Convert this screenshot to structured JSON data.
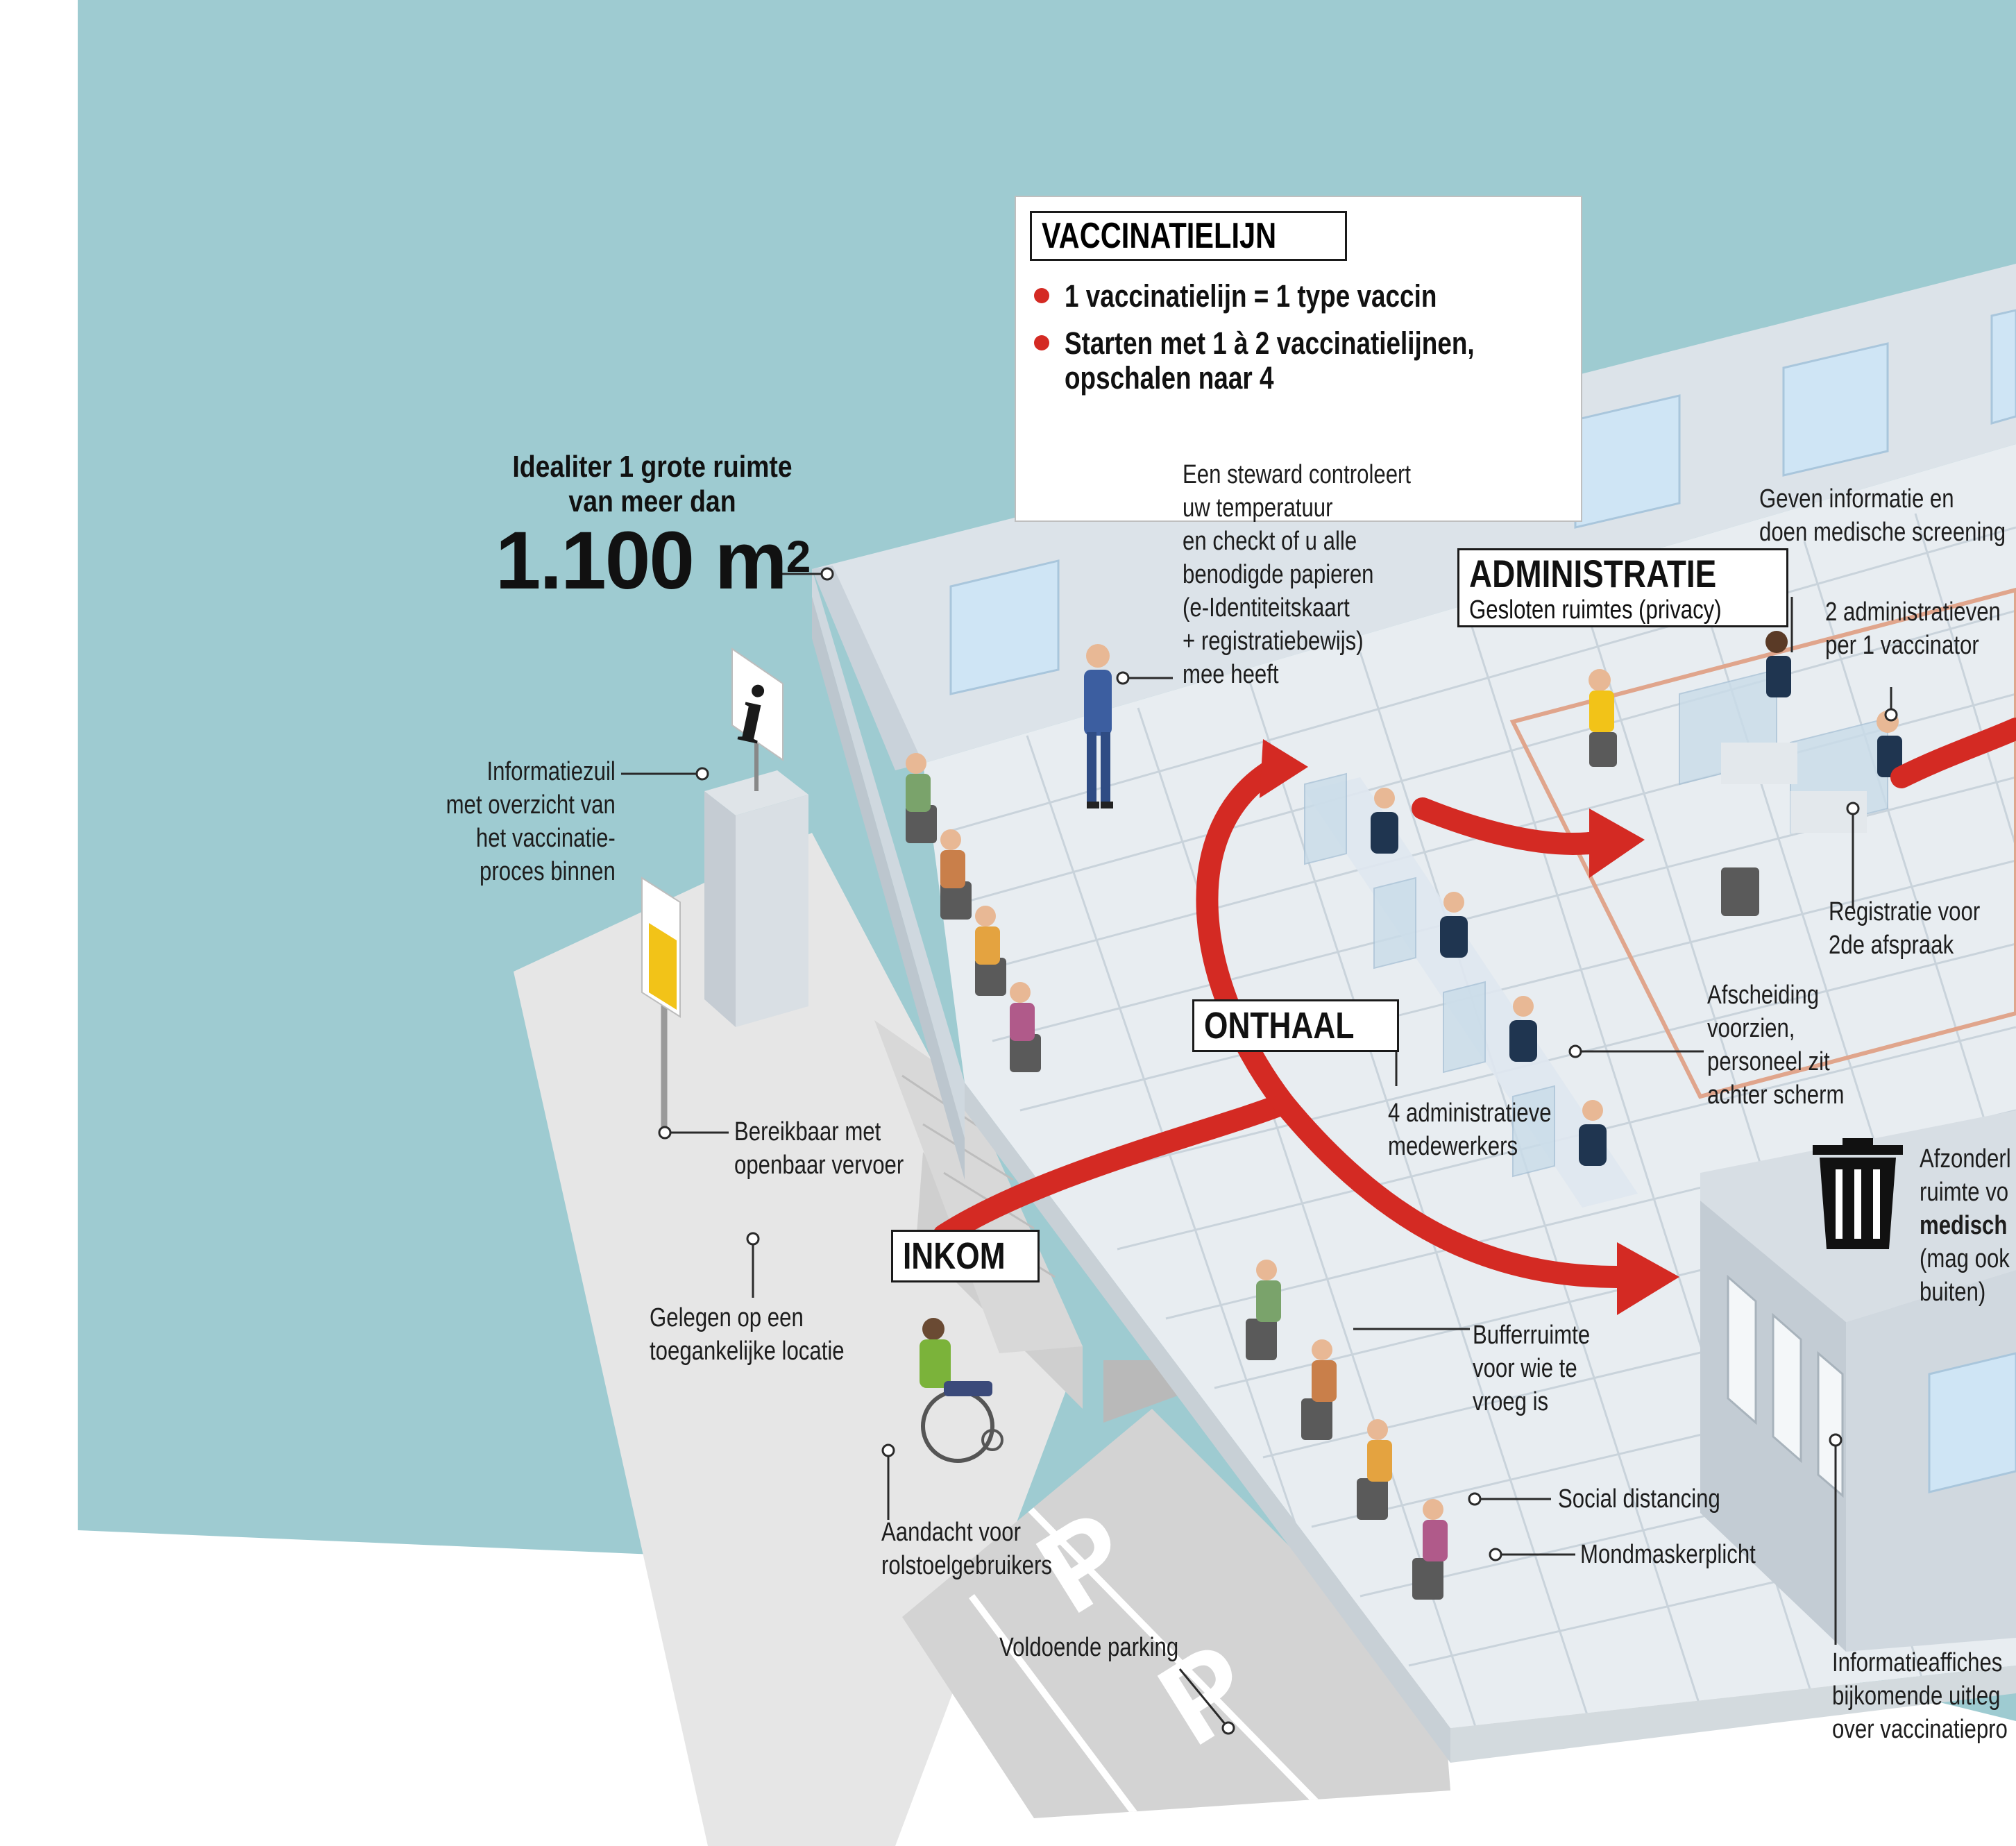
{
  "headline": {
    "line1": "Idealiter 1 grote ruimte",
    "line2": "van meer dan",
    "area": "1.100 m",
    "sup": "2"
  },
  "vaccinatielijn": {
    "title": "VACCINATIELIJN",
    "bullet1": "1 vaccinatielijn = 1 type vaccin",
    "bullet2_l1": "Starten met 1 à 2 vaccinatielijnen,",
    "bullet2_l2": "opschalen naar 4"
  },
  "tags": {
    "administratie": "ADMINISTRATIE",
    "administratie_sub": "Gesloten ruimtes (privacy)",
    "onthaal": "ONTHAAL",
    "inkom": "INKOM"
  },
  "labels": {
    "steward": [
      "Een steward controleert",
      "uw temperatuur",
      "en checkt of u alle",
      "benodigde papieren",
      "(e-Identiteitskaart",
      "+ registratiebewijs)",
      "mee heeft"
    ],
    "screening": [
      "Geven informatie en",
      "doen medische screening"
    ],
    "admin_ratio": [
      "2 administratieven",
      "per 1 vaccinator"
    ],
    "registratie": [
      "Registratie voor",
      "2de afspraak"
    ],
    "afscheiding": [
      "Afscheiding",
      "voorzien,",
      "personeel zit",
      "achter scherm"
    ],
    "medewerkers": [
      "4 administratieve",
      "medewerkers"
    ],
    "informatiezuil": [
      "Informatiezuil",
      "met overzicht van",
      "het vaccinatie-",
      "proces binnen"
    ],
    "vervoer": [
      "Bereikbaar met",
      "openbaar vervoer"
    ],
    "locatie": [
      "Gelegen op een",
      "toegankelijke locatie"
    ],
    "rolstoel": [
      "Aandacht voor",
      "rolstoelgebruikers"
    ],
    "parking": "Voldoende parking",
    "buffer": [
      "Bufferruimte",
      "voor wie te",
      "vroeg is"
    ],
    "distancing": "Social distancing",
    "mondmasker": "Mondmaskerplicht",
    "affiches": [
      "Informatieaffiches",
      "bijkomende uitleg",
      "over vaccinatiepro"
    ],
    "afval": [
      "Afzonderl",
      "ruimte vo",
      "medisch",
      "(mag ook",
      "buiten)"
    ]
  },
  "colors": {
    "sky": "#9ecbd1",
    "floor": "#e8edf1",
    "grid": "#c9d3db",
    "wall": "#dce3e9",
    "arrow": "#d42a23",
    "staff": "#1f3550",
    "zone": "#e0a58c"
  }
}
